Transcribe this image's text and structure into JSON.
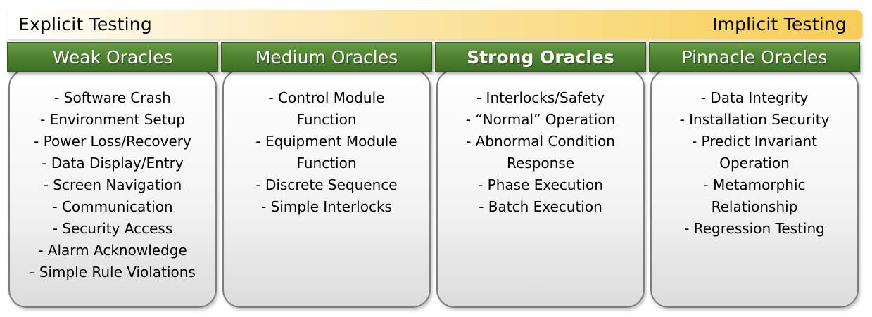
{
  "banner": {
    "left_label": "Explicit Testing",
    "right_label": "Implicit Testing"
  },
  "columns": [
    {
      "title": "Weak Oracles",
      "items": [
        "- Software Crash",
        "- Environment Setup",
        "- Power Loss/Recovery",
        "- Data Display/Entry",
        "- Screen Navigation",
        "- Communication",
        "- Security Access",
        "- Alarm Acknowledge",
        "- Simple Rule Violations"
      ]
    },
    {
      "title": "Medium Oracles",
      "items": [
        "- Control Module",
        "Function",
        "- Equipment Module",
        "Function",
        "- Discrete Sequence",
        "- Simple Interlocks"
      ]
    },
    {
      "title": "Strong Oracles",
      "items": [
        "- Interlocks/Safety",
        "- “Normal” Operation",
        "- Abnormal Condition",
        "Response",
        "- Phase Execution",
        "- Batch Execution"
      ]
    },
    {
      "title": "Pinnacle Oracles",
      "items": [
        "- Data Integrity",
        "- Installation Security",
        "- Predict Invariant",
        "Operation",
        "- Metamorphic",
        "Relationship",
        "- Regression Testing"
      ]
    }
  ],
  "colors": {
    "header_green": "#4f8431",
    "banner_gold": "#f7cd55",
    "card_border": "#7d7d7d"
  }
}
